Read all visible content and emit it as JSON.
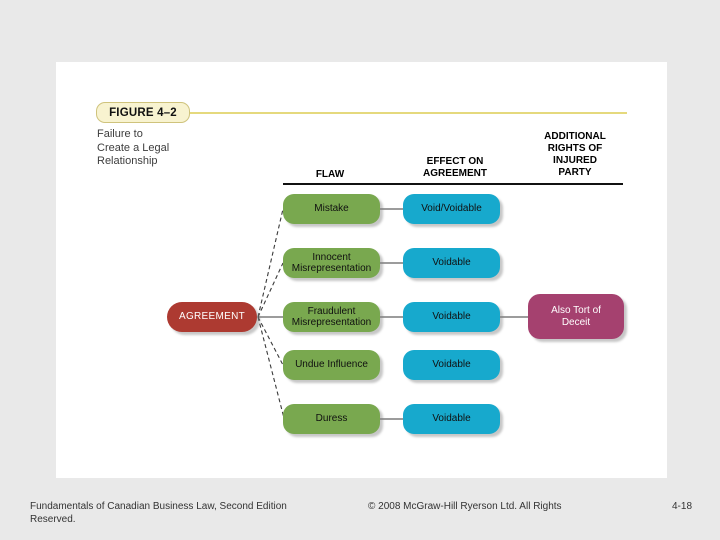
{
  "figure": {
    "label": "FIGURE 4–2",
    "caption": {
      "line1": "Failure to",
      "line2": "Create a Legal",
      "line3": "Relationship"
    },
    "columns": {
      "flaw": {
        "line1": "FLAW"
      },
      "effect": {
        "line1": "EFFECT ON",
        "line2": "AGREEMENT"
      },
      "rights": {
        "line1": "ADDITIONAL",
        "line2": "RIGHTS OF",
        "line3": "INJURED",
        "line4": "PARTY"
      }
    },
    "agreement": "AGREEMENT",
    "rows": [
      {
        "flaw": "Mistake",
        "effect": "Void/Voidable"
      },
      {
        "flaw": "Innocent Misrepresentation",
        "effect": "Voidable"
      },
      {
        "flaw": "Fraudulent Misrepresentation",
        "effect": "Voidable",
        "rights": "Also Tort of Deceit"
      },
      {
        "flaw": "Undue Influence",
        "effect": "Voidable"
      },
      {
        "flaw": "Duress",
        "effect": "Voidable"
      }
    ],
    "colors": {
      "flaw_box": "#79a84f",
      "effect_box": "#17a9cd",
      "agreement_box": "#ad3a31",
      "rights_box": "#a5416f",
      "label_bg": "#f8f3d0",
      "label_border": "#cfc37c",
      "rule_yellow": "#e5d97d"
    }
  },
  "footer": {
    "left_line1": "Fundamentals of Canadian Business Law, Second Edition",
    "left_line2": "Reserved.",
    "center": "© 2008 McGraw-Hill Ryerson Ltd.  All Rights",
    "page": "4-18"
  }
}
